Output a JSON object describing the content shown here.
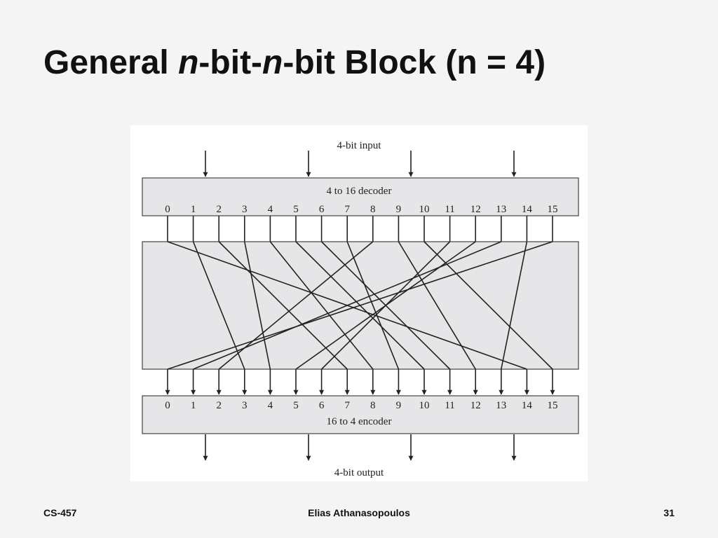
{
  "slide": {
    "title_prefix": "General ",
    "title_n1": "n",
    "title_mid": "-bit-",
    "title_n2": "n",
    "title_suffix": "-bit Block (n = 4)"
  },
  "diagram": {
    "input_label": "4-bit input",
    "decoder_label": "4 to 16 decoder",
    "encoder_label": "16 to 4 encoder",
    "output_label": "4-bit output",
    "port_labels": [
      "0",
      "1",
      "2",
      "3",
      "4",
      "5",
      "6",
      "7",
      "8",
      "9",
      "10",
      "11",
      "12",
      "13",
      "14",
      "15"
    ],
    "mapping": [
      14,
      3,
      7,
      4,
      8,
      10,
      11,
      9,
      2,
      12,
      15,
      6,
      5,
      1,
      13,
      0
    ]
  },
  "footer": {
    "course": "CS-457",
    "author": "Elias Athanasopoulos",
    "page": "31"
  }
}
